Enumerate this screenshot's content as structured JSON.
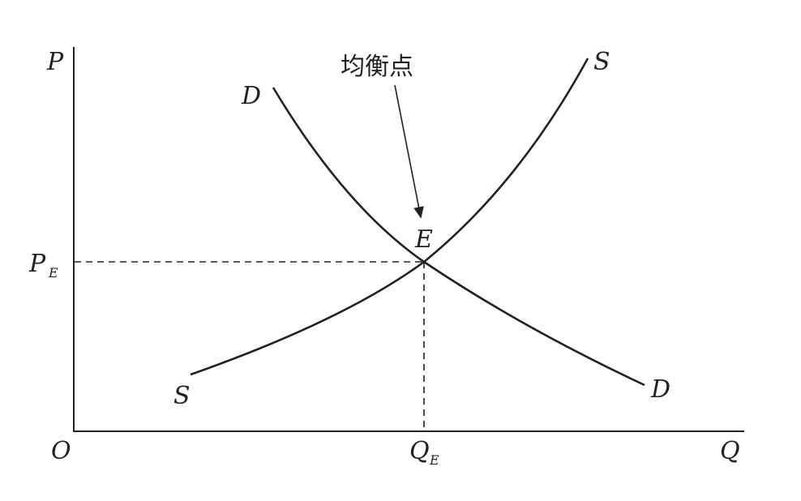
{
  "diagram": {
    "title": "Supply and demand equilibrium",
    "axes": {
      "y_label": "P",
      "x_label": "Q",
      "origin_label": "O"
    },
    "equilibrium": {
      "point_label": "E",
      "annotation": "均衡点",
      "price_label": "P",
      "price_sub": "E",
      "quantity_label": "Q",
      "quantity_sub": "E"
    },
    "curves": [
      {
        "name": "demand",
        "label_start": "D",
        "label_end": "D"
      },
      {
        "name": "supply",
        "label_start": "S",
        "label_end": "S"
      }
    ],
    "colors": {
      "line": "#222222",
      "background": "#ffffff"
    }
  }
}
